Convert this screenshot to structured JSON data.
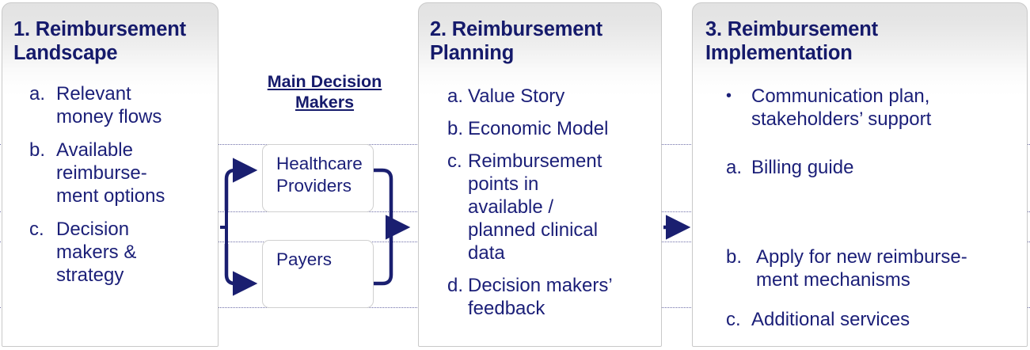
{
  "colors": {
    "navy_title": "#151a6b",
    "navy_body": "#1b1f78",
    "panel_border": "#c9c9c9",
    "rail_dotted": "#6f6fa8",
    "connector": "#1a1f70"
  },
  "phases": [
    {
      "id": "phase-1",
      "title": "1. Reimbursement\n    Landscape",
      "items": [
        {
          "mark": "a.",
          "text": "Relevant\nmoney flows"
        },
        {
          "mark": "b.",
          "text": "Available\nreimburse-\nment options"
        },
        {
          "mark": "c.",
          "text": "Decision\nmakers &\nstrategy"
        }
      ]
    },
    {
      "id": "phase-2",
      "title": "2. Reimbursement\n    Planning",
      "items": [
        {
          "mark": "a.",
          "text": "Value Story"
        },
        {
          "mark": "b.",
          "text": "Economic Model"
        },
        {
          "mark": "c.",
          "text": "Reimbursement\npoints in\navailable /\nplanned clinical\ndata"
        },
        {
          "mark": "d.",
          "text": "Decision makers’\nfeedback"
        }
      ]
    },
    {
      "id": "phase-3",
      "title": "3. Reimbursement\n    Implementation",
      "items": [
        {
          "mark": "•",
          "text": "Communication plan,\nstakeholders’ support"
        },
        {
          "mark": "a.",
          "text": "Billing guide"
        },
        {
          "mark": "b.",
          "text": "Apply for new reimburse-\nment mechanisms"
        },
        {
          "mark": "c.",
          "text": "Additional services"
        }
      ]
    }
  ],
  "decision_makers": {
    "heading": "Main Decision\nMakers",
    "boxes": [
      {
        "id": "healthcare-providers",
        "label": "Healthcare\nProviders"
      },
      {
        "id": "payers",
        "label": "Payers"
      }
    ]
  }
}
